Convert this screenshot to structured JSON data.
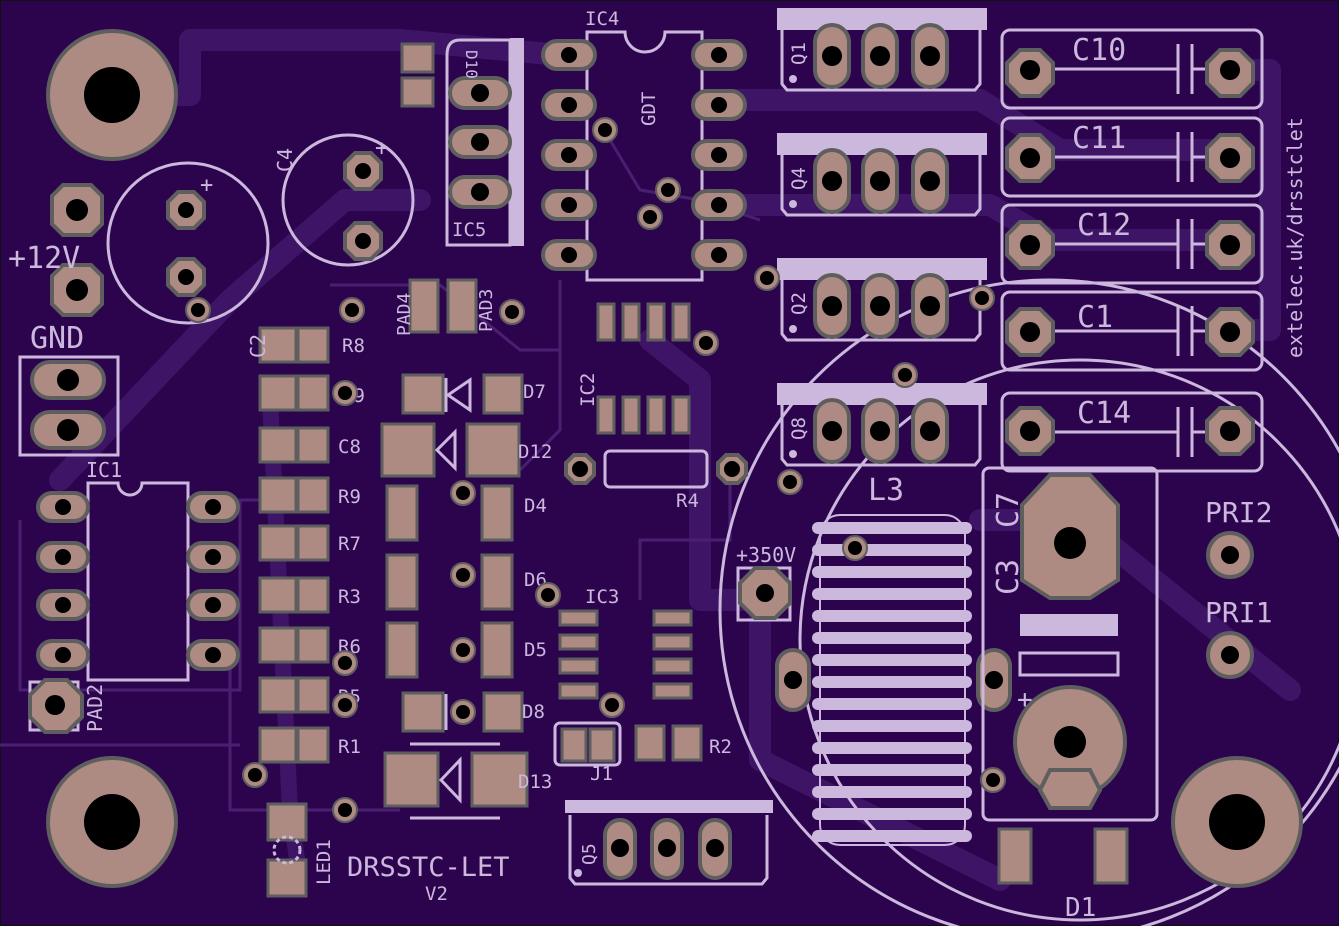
{
  "board": {
    "title": "DRSSTC-LET",
    "version": "V2",
    "url": "extelec.uk/drsstclet",
    "colors": {
      "substrate": "#2c044e",
      "copper_pad": "#ad8a82",
      "silkscreen": "#cbb8dc",
      "trace": "#3e1466"
    }
  },
  "power": {
    "v12": "+12V",
    "gnd": "GND",
    "hv": "+350V",
    "pri1": "PRI1",
    "pri2": "PRI2"
  },
  "components": {
    "ic1": "IC1",
    "ic2": "IC2",
    "ic3": "IC3",
    "ic4": "IC4",
    "ic5": "IC5",
    "gdt": "GDT",
    "c1": "C1",
    "c2": "C2",
    "c3": "C3",
    "c4": "C4",
    "c7": "C7",
    "c8": "C8",
    "c9": "C9",
    "c10": "C10",
    "c11": "C11",
    "c12": "C12",
    "c14": "C14",
    "r1": "R1",
    "r2": "R2",
    "r3": "R3",
    "r4": "R4",
    "r5": "R5",
    "r6": "R6",
    "r7": "R7",
    "r8": "R8",
    "r9": "R9",
    "d1": "D1",
    "d4": "D4",
    "d5": "D5",
    "d6": "D6",
    "d7": "D7",
    "d8": "D8",
    "d10": "D10",
    "d12": "D12",
    "d13": "D13",
    "q1": "Q1",
    "q2": "Q2",
    "q4": "Q4",
    "q5": "Q5",
    "q8": "Q8",
    "l3": "L3",
    "j1": "J1",
    "led1": "LED1",
    "pad2": "PAD2",
    "pad3": "PAD3",
    "pad4": "PAD4",
    "plus": "+"
  }
}
